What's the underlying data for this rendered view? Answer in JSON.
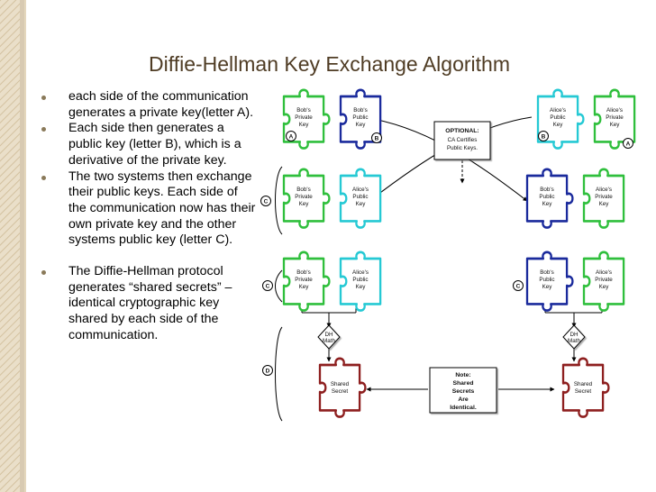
{
  "title": "Diffie-Hellman Key Exchange Algorithm",
  "bullets": [
    "each side of the communication generates a private key(letter A).",
    "Each side then generates a public key (letter B), which is a derivative of the private key.",
    "The two systems then exchange their public keys. Each side of the communication now has their own private key and the other systems public key (letter C).",
    "The Diffie-Hellman protocol generates “shared secrets” – identical cryptographic key shared by each side of the communication."
  ],
  "diagram": {
    "pieces": {
      "bob_private": [
        "Bob's",
        "Private",
        "Key"
      ],
      "bob_public": [
        "Bob's",
        "Public",
        "Key"
      ],
      "alice_public": [
        "Alice's",
        "Public",
        "Key"
      ],
      "alice_private": [
        "Alice's",
        "Private",
        "Key"
      ],
      "shared_secret": [
        "Shared",
        "Secret"
      ]
    },
    "labels": {
      "a": "A",
      "b": "B",
      "c": "C",
      "d": "D"
    },
    "optional_box": [
      "OPTIONAL:",
      "CA Certifies",
      "Public Keys."
    ],
    "dh_math": [
      "DH",
      "Math"
    ],
    "note_box": [
      "Note:",
      "Shared",
      "Secrets",
      "Are",
      "Identical."
    ]
  },
  "colors": {
    "private": "#2fbf3c",
    "bob_public": "#1a2a9c",
    "alice_public": "#25c9d4",
    "shared": "#8e1f1f",
    "title": "#4f3c24",
    "sidebar": "#c9b590"
  }
}
